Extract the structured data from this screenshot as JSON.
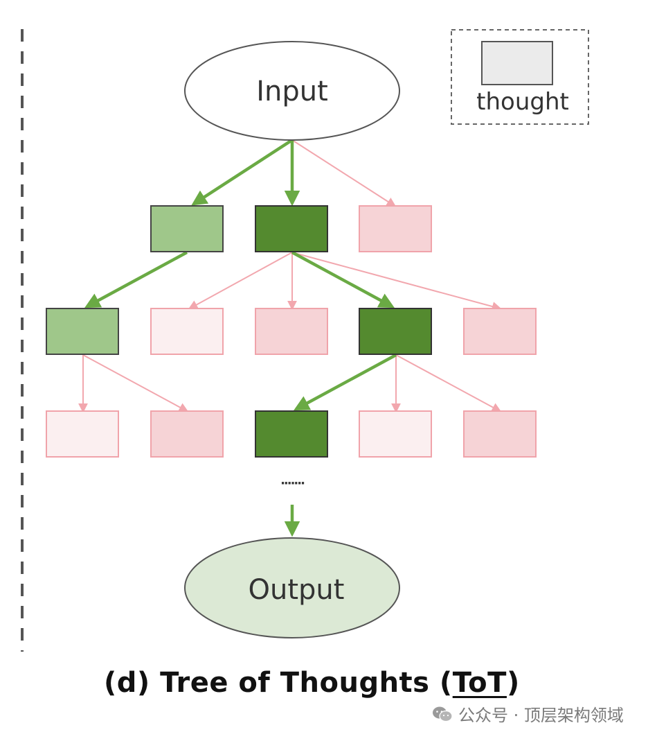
{
  "nodes": {
    "input_label": "Input",
    "output_label": "Output",
    "ellipsis": "·······"
  },
  "legend": {
    "label": "thought"
  },
  "caption": {
    "prefix": "(d) Tree of Thoughts (",
    "abbr": "ToT",
    "suffix": ")"
  },
  "watermark": {
    "text": "公众号 · 顶层架构领域",
    "icon": "wechat-icon"
  },
  "colors": {
    "selected_dark": "#548a2f",
    "selected_light": "#9fc78a",
    "rejected_mid": "#f6d3d6",
    "rejected_light": "#fbeff0",
    "rejected_border": "#f0a3aa",
    "selected_edge": "#6aaa44",
    "rejected_edge": "#f2a7ae",
    "output_fill": "#dce9d5"
  }
}
